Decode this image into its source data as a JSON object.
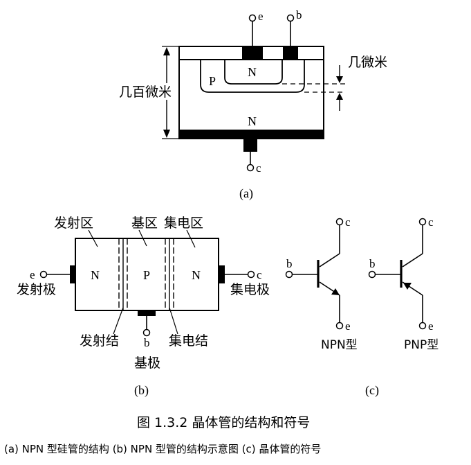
{
  "figure": {
    "caption": "图 1.3.2   晶体管的结构和符号",
    "subcaption": "(a) NPN 型硅管的结构  (b) NPN 型管的结构示意图  (c) 晶体管的符号"
  },
  "panel_a": {
    "label": "(a)",
    "terminal_e": "e",
    "terminal_b": "b",
    "terminal_c": "c",
    "region_n_top": "N",
    "region_p": "P",
    "region_n_sub": "N",
    "dim_total": "几百微米",
    "dim_base": "几微米"
  },
  "panel_b": {
    "label": "(b)",
    "emitter_region": "发射区",
    "base_region": "基区",
    "collector_region": "集电区",
    "region_n_left": "N",
    "region_p": "P",
    "region_n_right": "N",
    "terminal_e": "e",
    "terminal_c": "c",
    "terminal_b": "b",
    "emitter_electrode": "发射极",
    "collector_electrode": "集电极",
    "emitter_junction": "发射结",
    "collector_junction": "集电结",
    "base_electrode": "基极"
  },
  "panel_c": {
    "label": "(c)",
    "npn": {
      "b": "b",
      "c": "c",
      "e": "e",
      "name": "NPN型"
    },
    "pnp": {
      "b": "b",
      "c": "c",
      "e": "e",
      "name": "PNP型"
    }
  }
}
